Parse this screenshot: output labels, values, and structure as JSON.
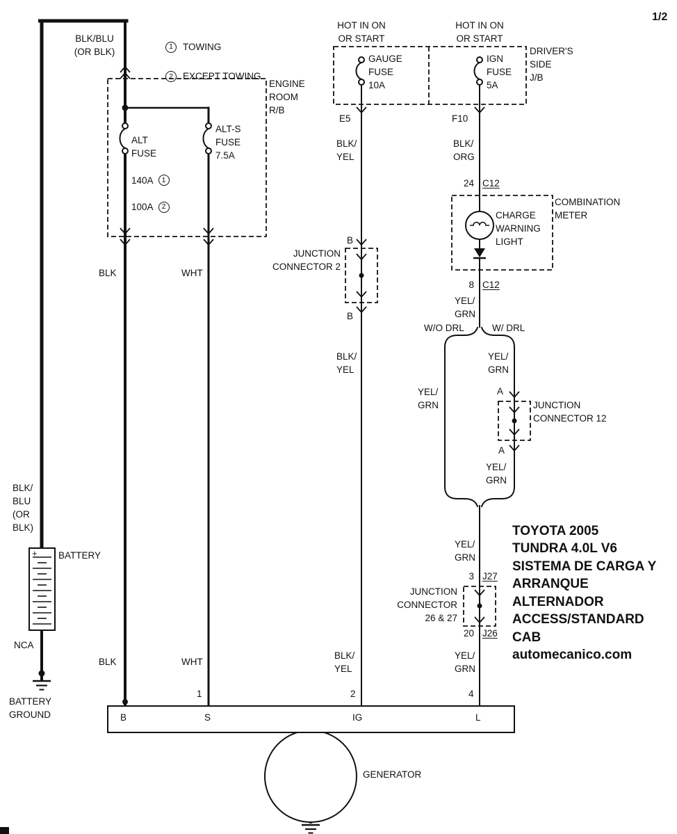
{
  "page": {
    "indicator": "1/2"
  },
  "legend": {
    "item1_num": "1",
    "item1_label": "TOWING",
    "item2_num": "2",
    "item2_label": "EXCEPT TOWING"
  },
  "top_left": {
    "wire": "BLK/BLU\n(OR BLK)"
  },
  "fuse_box": {
    "hot_left": "HOT IN ON\nOR START",
    "hot_right": "HOT IN ON\nOR START",
    "gauge_fuse": "GAUGE\nFUSE\n10A",
    "ign_fuse": "IGN\nFUSE\n5A",
    "jb_label": "DRIVER'S\nSIDE\nJ/B",
    "pin_e5": "E5",
    "pin_f10": "F10"
  },
  "engine_room": {
    "title": "ENGINE\nROOM\nR/B",
    "alt_fuse_name": "ALT\nFUSE",
    "alt_fuse_rating1": "140A",
    "alt_fuse_note1": "1",
    "alt_fuse_rating2": "100A",
    "alt_fuse_note2": "2",
    "alt_s_fuse": "ALT-S\nFUSE\n7.5A"
  },
  "wires": {
    "blk_yel_upper": "BLK/\nYEL",
    "blk_org": "BLK/\nORG",
    "blk_mid": "BLK",
    "wht_mid": "WHT",
    "blk_lower": "BLK",
    "wht_lower": "WHT",
    "blk_yel_mid": "BLK/\nYEL",
    "blk_yel_lower": "BLK/\nYEL",
    "yel_grn_1": "YEL/\nGRN",
    "yel_grn_left": "YEL/\nGRN",
    "yel_grn_right_upper": "YEL/\nGRN",
    "yel_grn_right_lower": "YEL/\nGRN",
    "yel_grn_2": "YEL/\nGRN",
    "yel_grn_3": "YEL/\nGRN"
  },
  "combination_meter": {
    "title": "COMBINATION\nMETER",
    "light": "CHARGE\nWARNING\nLIGHT",
    "pin_top_num": "24",
    "pin_top_conn": "C12",
    "pin_bot_num": "8",
    "pin_bot_conn": "C12"
  },
  "branches": {
    "wo_drl": "W/O DRL",
    "w_drl": "W/ DRL"
  },
  "jc2": {
    "label": "JUNCTION\nCONNECTOR 2",
    "pin_top": "B",
    "pin_bot": "B"
  },
  "jc12": {
    "label": "JUNCTION\nCONNECTOR 12",
    "pin_top": "A",
    "pin_bot": "A"
  },
  "jc2627": {
    "label": "JUNCTION\nCONNECTOR\n26 & 27",
    "pin_top_num": "3",
    "pin_top_conn": "J27",
    "pin_bot_num": "20",
    "pin_bot_conn": "J26"
  },
  "battery": {
    "label": "BATTERY",
    "plus": "+",
    "nca": "NCA",
    "ground": "BATTERY\nGROUND",
    "wire": "BLK/\nBLU\n(OR\nBLK)"
  },
  "generator": {
    "label": "GENERATOR",
    "term_b": "B",
    "term_s": "S",
    "term_ig": "IG",
    "term_l": "L",
    "pin_1": "1",
    "pin_2": "2",
    "pin_4": "4"
  },
  "title_block": {
    "text": "TOYOTA 2005\nTUNDRA 4.0L V6\nSISTEMA DE CARGA Y\nARRANQUE\nALTERNADOR\nACCESS/STANDARD\nCAB\nautomecanico.com"
  }
}
